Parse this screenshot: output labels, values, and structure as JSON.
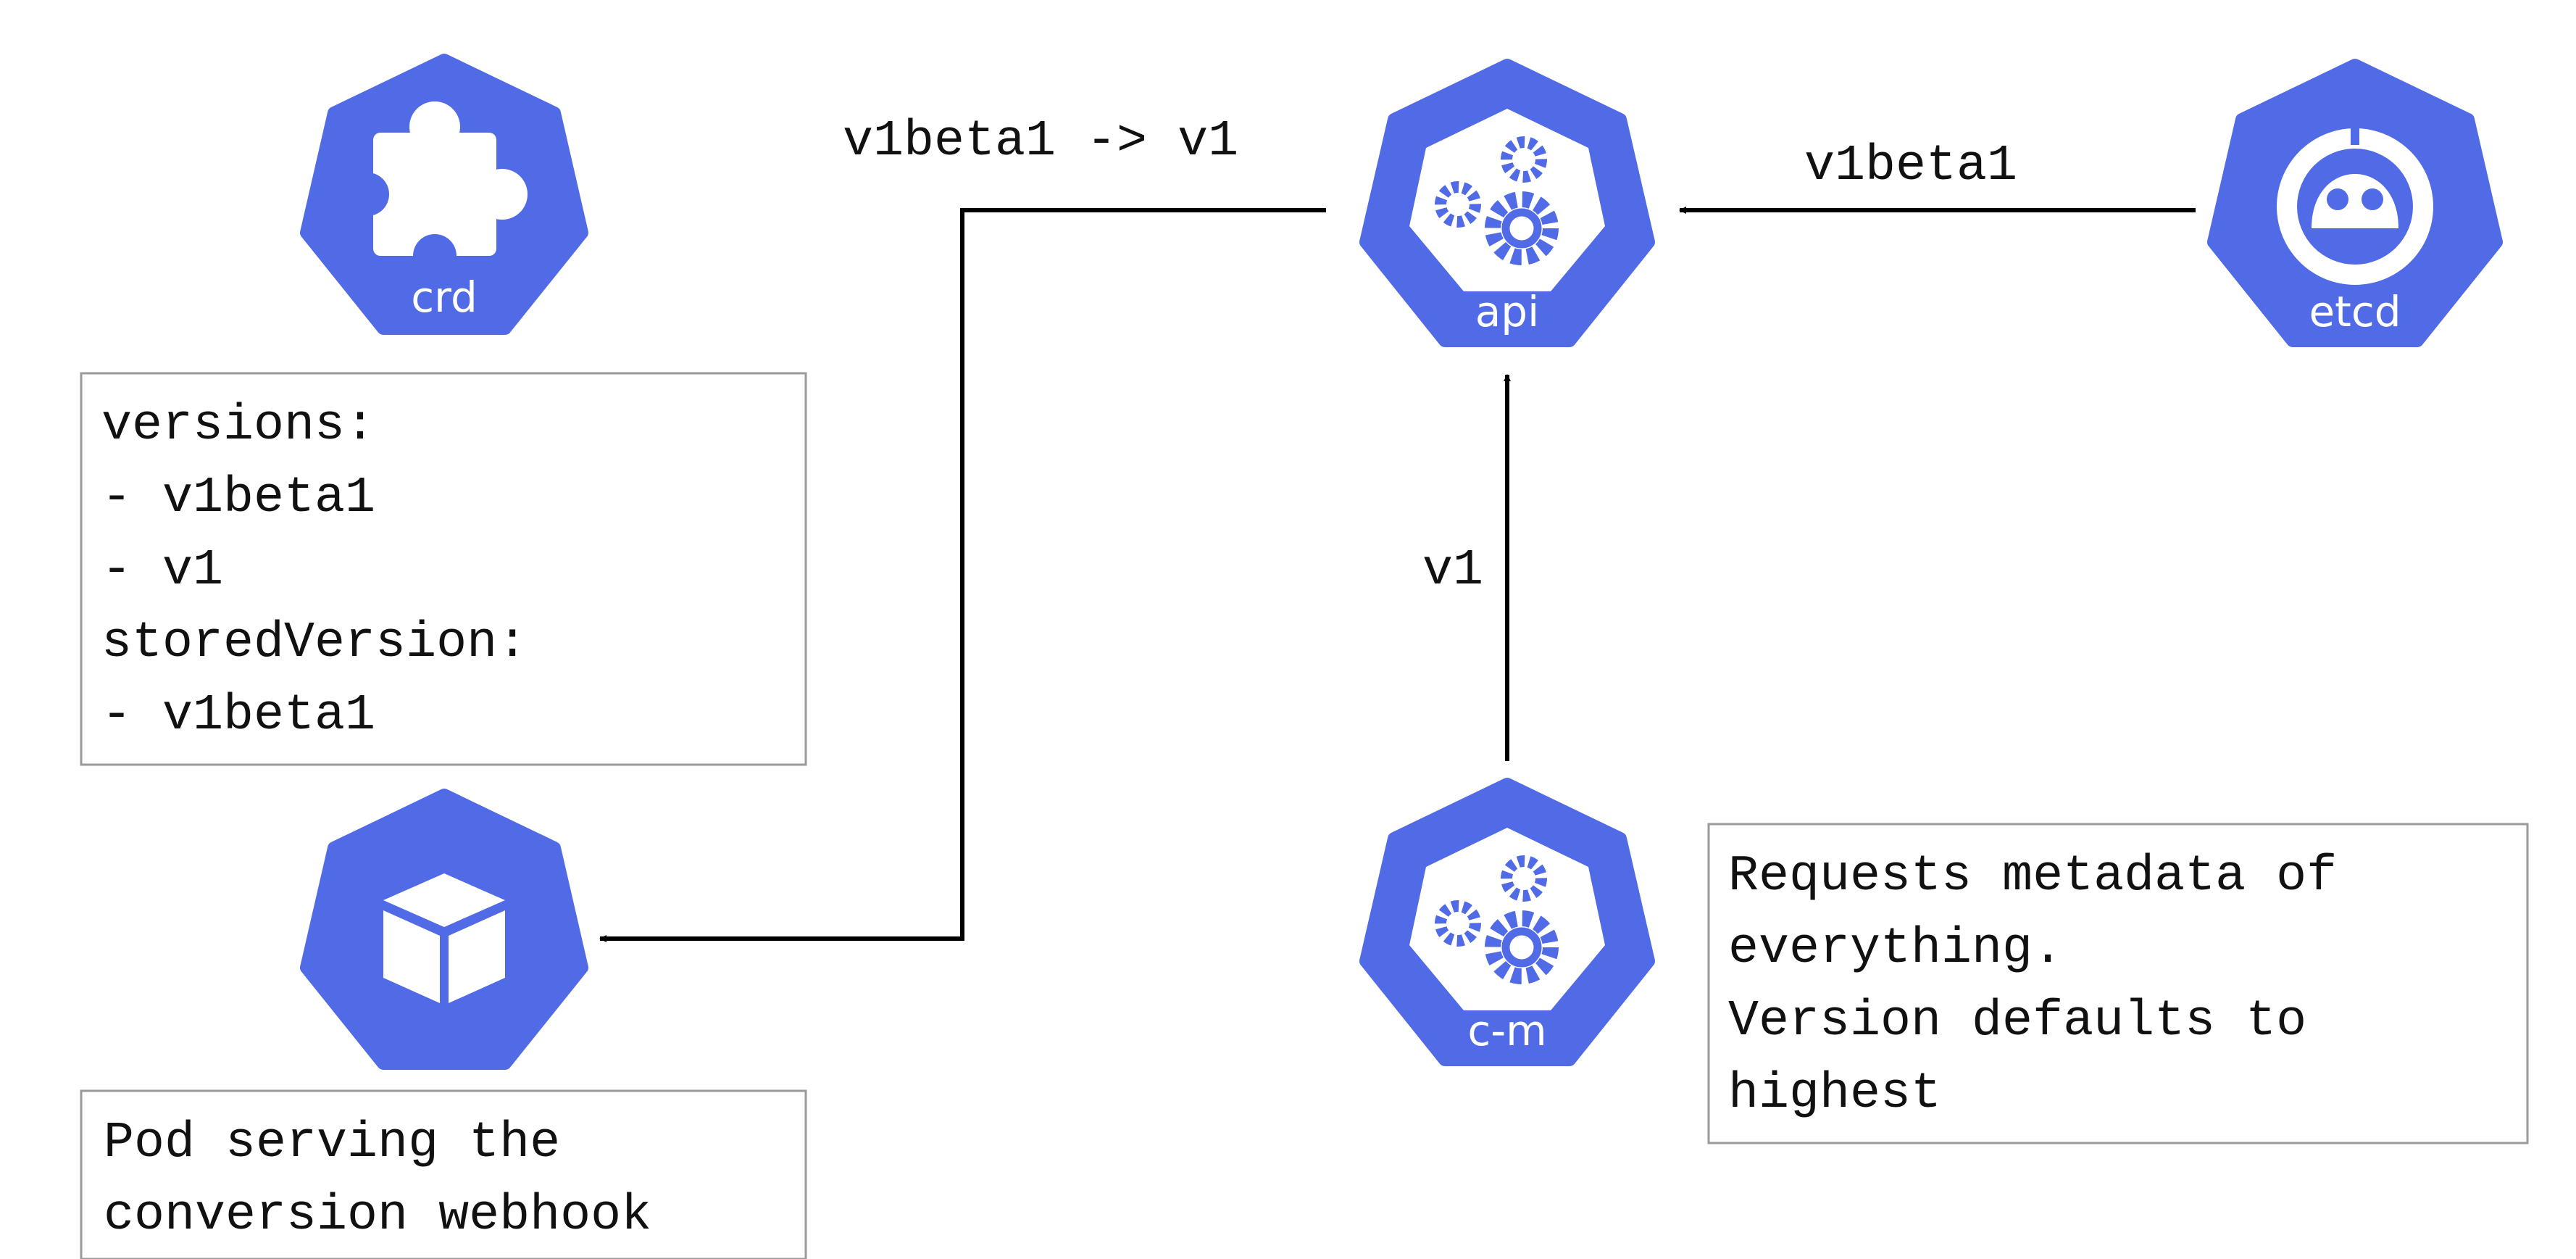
{
  "colors": {
    "node_fill": "#516be6",
    "node_fg": "#ffffff",
    "line": "#000000",
    "box_border": "#9a9a9a"
  },
  "nodes": {
    "crd": {
      "label": "crd",
      "icon": "puzzle-piece-icon"
    },
    "api": {
      "label": "api",
      "icon": "gears-icon"
    },
    "etcd": {
      "label": "etcd",
      "icon": "etcd-robot-icon"
    },
    "pod": {
      "label": "",
      "icon": "cube-icon"
    },
    "cm": {
      "label": "c-m",
      "icon": "gears-icon"
    }
  },
  "edges": {
    "etcd_to_api": "v1beta1",
    "api_to_pod": "v1beta1 -> v1",
    "cm_to_api": "v1"
  },
  "boxes": {
    "crd_versions": [
      "versions:",
      "- v1beta1",
      "- v1",
      "storedVersion:",
      "- v1beta1"
    ],
    "pod_note": [
      "Pod serving the",
      "conversion webhook"
    ],
    "cm_note": [
      "Requests metadata of",
      "everything.",
      "Version defaults to",
      "highest"
    ]
  }
}
